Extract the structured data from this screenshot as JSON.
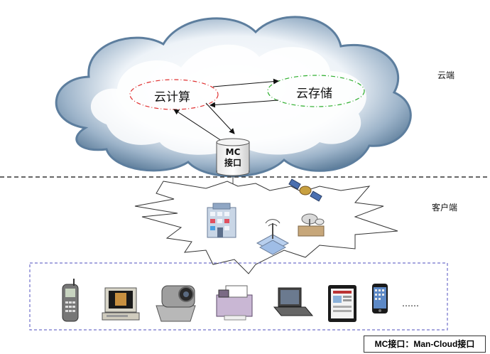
{
  "cloud": {
    "compute_label": "云计算",
    "storage_label": "云存储",
    "mc_line1": "MC",
    "mc_line2": "接口"
  },
  "regions": {
    "cloud_side": "云端",
    "client_side": "客户端"
  },
  "devices": {
    "more": "……"
  },
  "note": "MC接口：Man-Cloud接口",
  "colors": {
    "compute_ellipse": "#e03030",
    "storage_ellipse": "#2cae2c",
    "dashed_box": "#7070cc",
    "cloud_fill": "#5d7e9e"
  }
}
